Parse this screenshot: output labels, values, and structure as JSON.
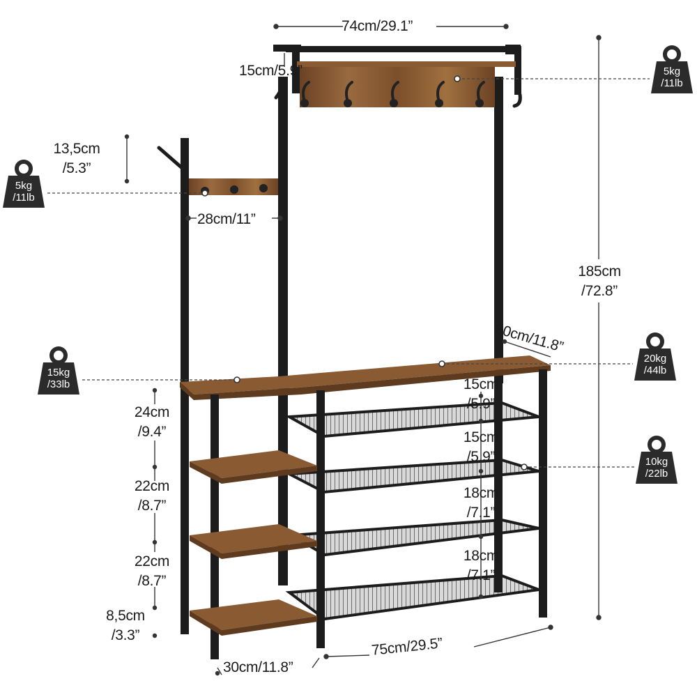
{
  "colors": {
    "frame": "#1c1c1c",
    "wood": "#8a5a33",
    "wood_dark": "#5e3a1f",
    "mesh": "#3a3a3a",
    "weight_badge": "#2b2b2b",
    "dim_line": "#333333"
  },
  "dimensions": {
    "top_width": "74cm/29.1”",
    "hook_bar_height": "15cm/5.9”",
    "side_hook_height_a": "13,5cm",
    "side_hook_height_b": "/5.3”",
    "side_bar_width": "28cm/11”",
    "total_height_a": "185cm",
    "total_height_b": "/72.8”",
    "depth_right": "30cm/11.8”",
    "shelf_gap_1a": "15cm",
    "shelf_gap_1b": "/5.9”",
    "shelf_gap_2a": "15cm",
    "shelf_gap_2b": "/5.9”",
    "shelf_gap_3a": "18cm",
    "shelf_gap_3b": "/7.1”",
    "shelf_gap_4a": "18cm",
    "shelf_gap_4b": "/7.1”",
    "left_gap_1a": "24cm",
    "left_gap_1b": "/9.4”",
    "left_gap_2a": "22cm",
    "left_gap_2b": "/8.7”",
    "left_gap_3a": "22cm",
    "left_gap_3b": "/8.7”",
    "left_gap_4a": "8,5cm",
    "left_gap_4b": "/3.3”",
    "bottom_width": "75cm/29.5”",
    "bottom_depth": "30cm/11.8”"
  },
  "weights": {
    "top_bar": {
      "line1": "5kg",
      "line2": "/11lb"
    },
    "side_bar": {
      "line1": "5kg",
      "line2": "/11lb"
    },
    "bench_left": {
      "line1": "15kg",
      "line2": "/33lb"
    },
    "bench_right": {
      "line1": "20kg",
      "line2": "/44lb"
    },
    "mesh_shelf": {
      "line1": "10kg",
      "line2": "/22lb"
    }
  },
  "icons": [
    "weight-icon",
    "hook-icon"
  ]
}
